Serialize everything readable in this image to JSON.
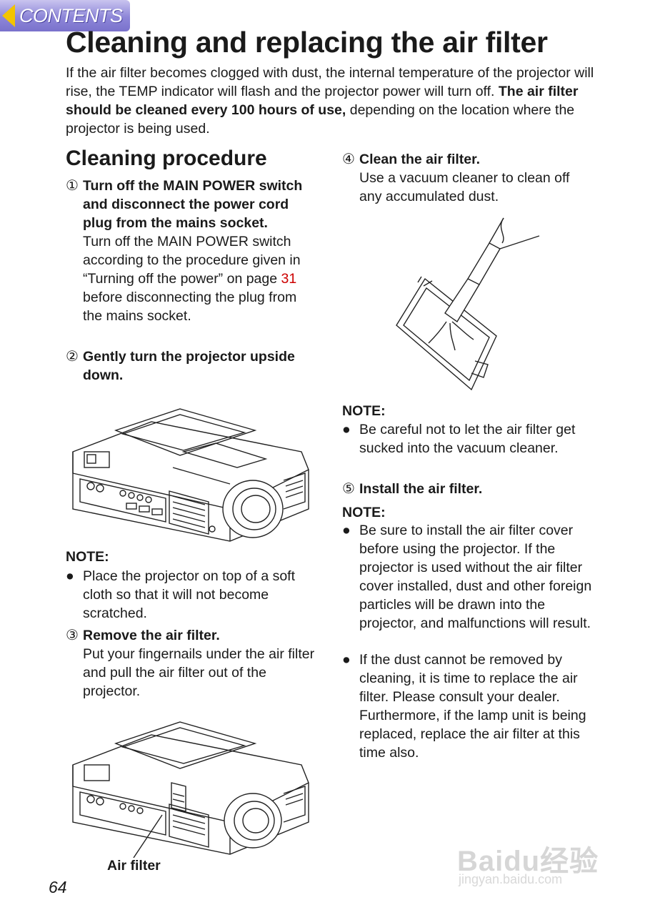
{
  "nav": {
    "contents_label": "CONTENTS"
  },
  "title": "Cleaning and replacing the air filter",
  "intro": {
    "part1": "If the air filter becomes clogged with dust, the internal temperature of the projector will rise, the TEMP indicator will flash and the projector power will turn off. ",
    "bold": "The air filter should be cleaned every 100 hours of use,",
    "part2": " depending on the location where the projector is being used."
  },
  "section_title": "Cleaning procedure",
  "steps": [
    {
      "num": "①",
      "title": "Turn off the MAIN POWER switch and disconnect the power cord plug from the mains socket.",
      "text_before": "Turn off the MAIN POWER switch according to the procedure given in “Turning off the power” on page ",
      "page_ref": "31",
      "text_after": " before disconnecting the plug from the mains socket."
    },
    {
      "num": "②",
      "title": "Gently turn the projector upside down.",
      "text": ""
    },
    {
      "num": "③",
      "title": "Remove the air filter.",
      "text": "Put your fingernails under the air filter and pull the air filter out of the projector."
    },
    {
      "num": "④",
      "title": "Clean the air filter.",
      "text": "Use a vacuum cleaner to clean off any accumulated dust."
    },
    {
      "num": "⑤",
      "title": "Install the air filter.",
      "text": ""
    }
  ],
  "notes": {
    "heading": "NOTE:",
    "bullet": "●",
    "note1": "Place the projector on top of a soft cloth so that it will not become scratched.",
    "note2": "Be careful not to let the air filter get sucked into the vacuum cleaner.",
    "note3a": "Be sure to install the air filter cover before using the projector. If the projector is used without the air filter cover installed, dust and other foreign particles will be drawn into the projector, and malfunctions will result.",
    "note3b": "If the dust cannot be removed by cleaning, it is time to replace the air filter. Please consult your dealer. Furthermore, if the lamp unit is being replaced, replace the air filter at this time also."
  },
  "figure_caption": "Air filter",
  "page_number": "64",
  "watermark": {
    "logo": "Baidu经验",
    "url": "jingyan.baidu.com"
  }
}
